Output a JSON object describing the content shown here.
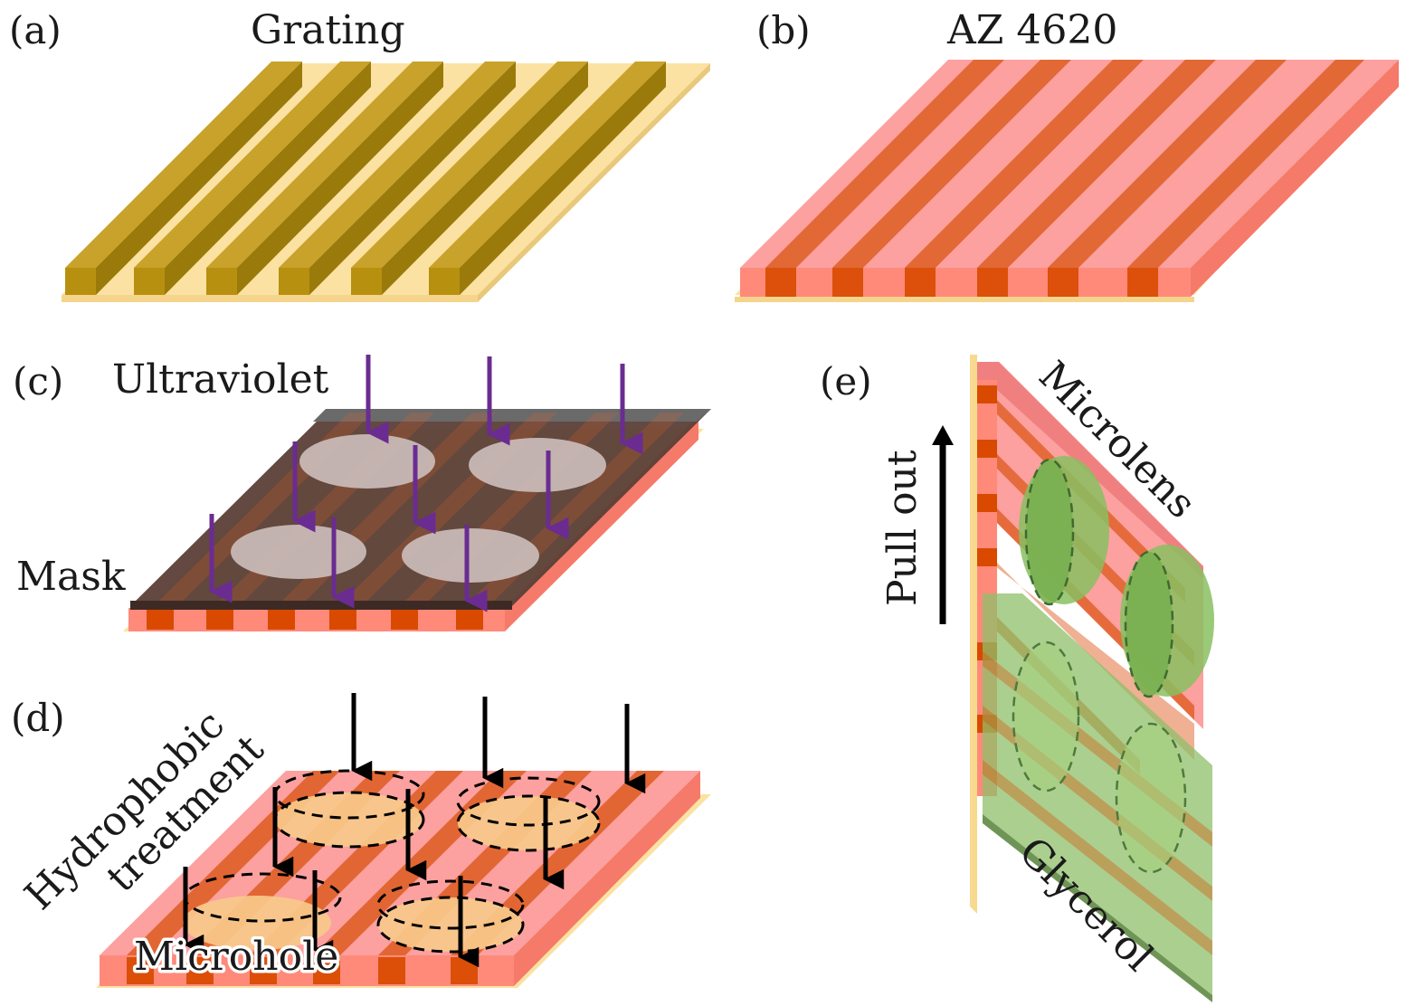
{
  "figure": {
    "panels": [
      {
        "id": "a",
        "tag": "(a)",
        "title": "Grating"
      },
      {
        "id": "b",
        "tag": "(b)",
        "title": "AZ 4620"
      },
      {
        "id": "c",
        "tag": "(c)",
        "title": "Ultraviolet",
        "label": "Mask"
      },
      {
        "id": "d",
        "tag": "(d)",
        "title_lines": [
          "Hydrophobic",
          "treatment"
        ],
        "label": "Microhole"
      },
      {
        "id": "e",
        "tag": "(e)",
        "arrow_label": "Pull out",
        "label_top": "Microlens",
        "label_bottom": "Glycerol"
      }
    ],
    "colors": {
      "grating_top": "#c8a22a",
      "grating_side": "#9a7a0a",
      "grating_front": "#b89010",
      "substrate": "#fbe2a2",
      "photoresist": "#ff8a7a",
      "photoresist_light": "#fca0a0",
      "resist_ridge": "#e0622a",
      "resist_ridge_dark": "#c84d12",
      "ridge_front": "#d94a00",
      "mask": "#5b3f38",
      "mask_top": "#6a6a6a",
      "uv_arrow": "#6a2c91",
      "microhole": "#f7c98a",
      "glycerol": "#8fbf6a",
      "lens": "#88c060",
      "arrow_black": "#000000"
    }
  }
}
